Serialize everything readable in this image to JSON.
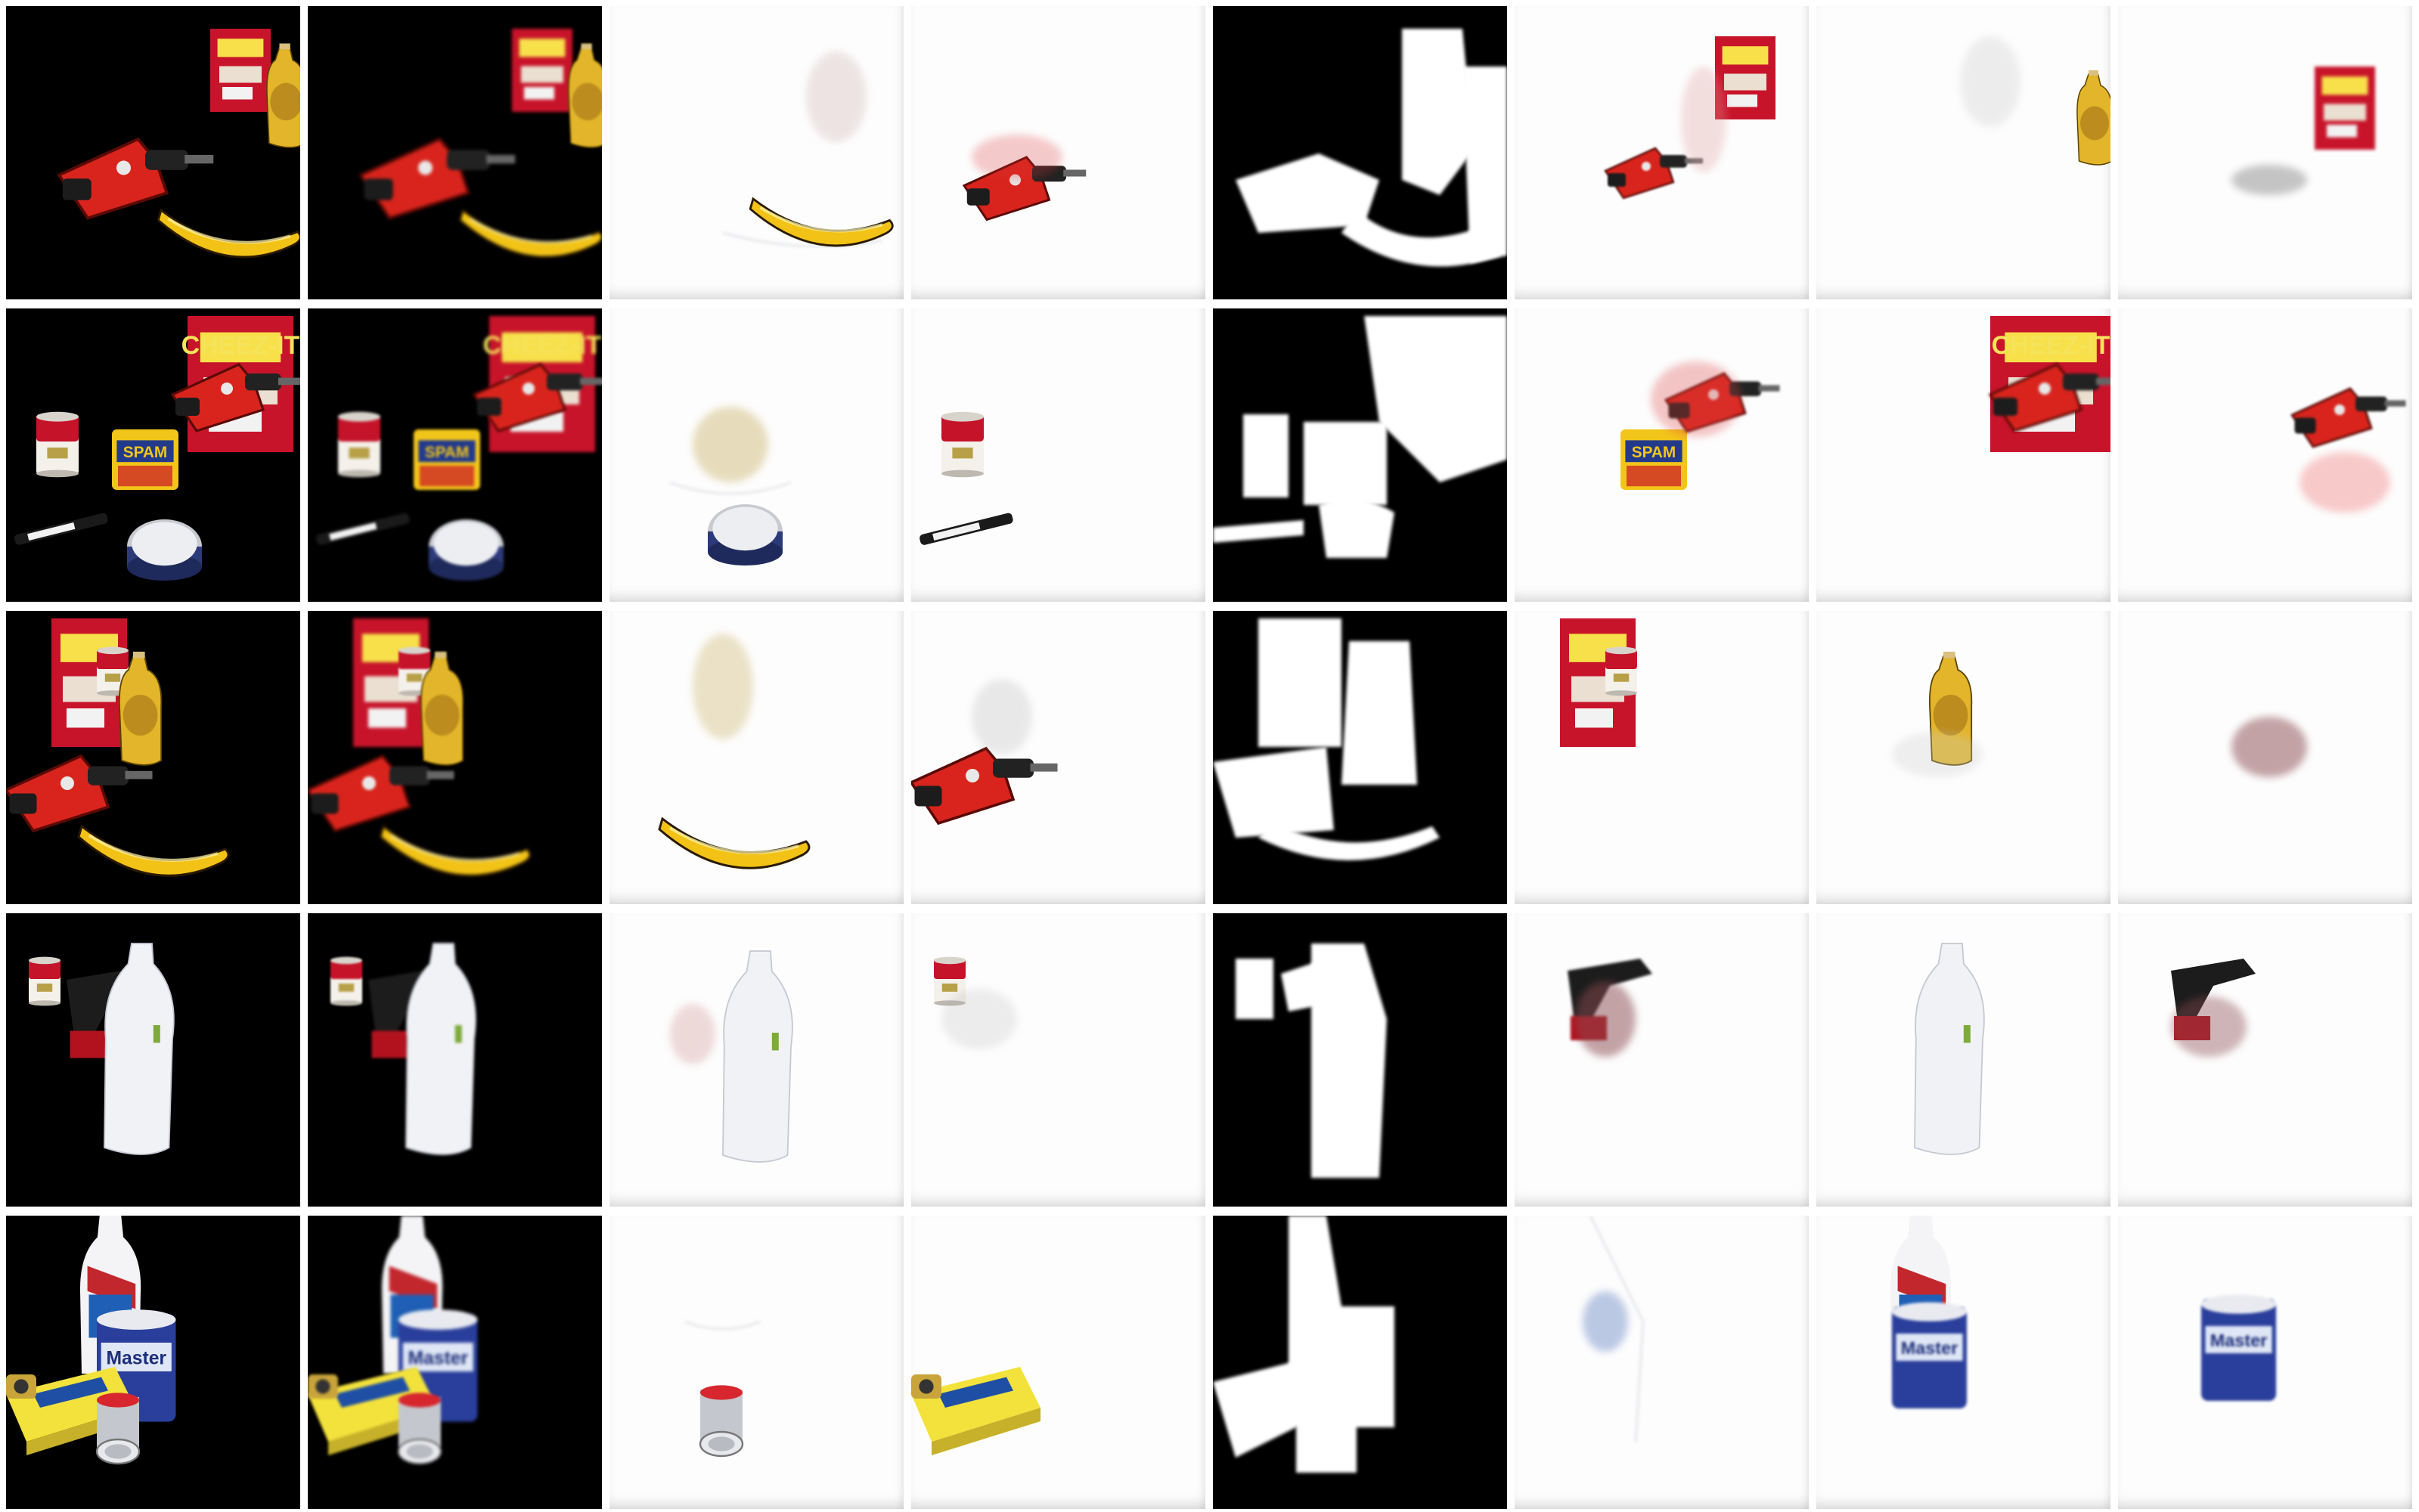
{
  "grid": {
    "rows": 5,
    "columns": 8
  },
  "labels": {
    "cheezit": "CHEEZ-IT",
    "spam": "SPAM",
    "master": "Master"
  },
  "colors": {
    "background": "#000000",
    "white_panel": "#fdfdfd",
    "drill_red": "#d8241c",
    "banana_yellow": "#f2c316",
    "cracker_box_red": "#c8142a",
    "mustard_yellow": "#e2b52a",
    "can_blue": "#2a3f9c",
    "sugar_box_yellow": "#f3e23b"
  }
}
